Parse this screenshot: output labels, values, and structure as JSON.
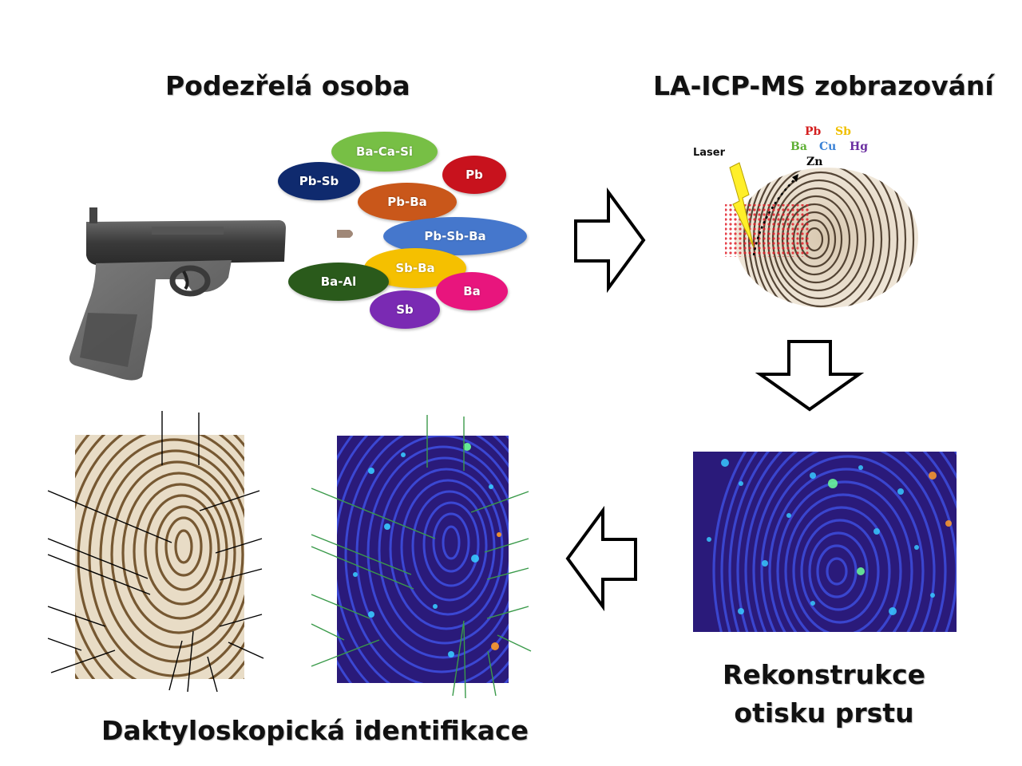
{
  "headings": {
    "suspect": "Podezřelá osoba",
    "imaging": "LA-ICP-MS zobrazování",
    "reconstruction_line1": "Rekonstrukce",
    "reconstruction_line2": "otisku prstu",
    "identification": "Daktyloskopická identifikace"
  },
  "bubbles": [
    {
      "label": "Ba-Ca-Si",
      "color": "#77bf45"
    },
    {
      "label": "Pb-Sb",
      "color": "#0f2a6e"
    },
    {
      "label": "Pb",
      "color": "#c8121d"
    },
    {
      "label": "Pb-Ba",
      "color": "#c9571a"
    },
    {
      "label": "Pb-Sb-Ba",
      "color": "#4577cc"
    },
    {
      "label": "Sb-Ba",
      "color": "#f5c000"
    },
    {
      "label": "Ba-Al",
      "color": "#2a5a1b"
    },
    {
      "label": "Ba",
      "color": "#e8157d"
    },
    {
      "label": "Sb",
      "color": "#7a2ab3"
    }
  ],
  "imaging": {
    "laser_label": "Laser",
    "elements": [
      {
        "symbol": "Pb",
        "color": "#d42020"
      },
      {
        "symbol": "Sb",
        "color": "#f0c000"
      },
      {
        "symbol": "Ba",
        "color": "#5fb036"
      },
      {
        "symbol": "Cu",
        "color": "#3a82d6"
      },
      {
        "symbol": "Hg",
        "color": "#6a2ea0"
      },
      {
        "symbol": "Zn",
        "color": "#000000"
      }
    ]
  },
  "icons": {
    "pistol": "pistol-icon",
    "bullet": "bullet-icon",
    "arrow_right": "arrow-right-icon",
    "arrow_down": "arrow-down-icon",
    "arrow_left": "arrow-left-icon"
  }
}
